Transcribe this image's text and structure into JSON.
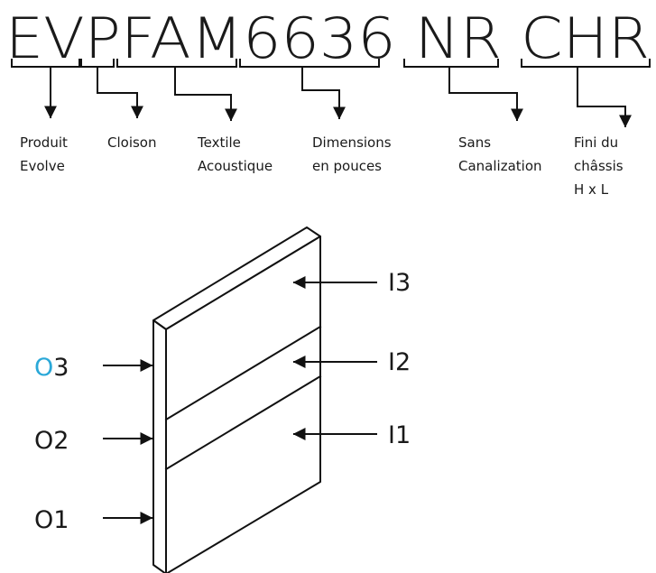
{
  "code": {
    "parts": [
      {
        "text": "EVP"
      },
      {
        "text": "FAM6636"
      },
      {
        "text": "NR"
      },
      {
        "text": "CHR"
      }
    ],
    "full": "EVPFAM6636 NR CHR"
  },
  "legend": [
    {
      "lines": [
        "Produit",
        "Evolve"
      ]
    },
    {
      "lines": [
        "Cloison"
      ]
    },
    {
      "lines": [
        "Textile",
        "Acoustique"
      ]
    },
    {
      "lines": [
        "Dimensions",
        "en pouces"
      ]
    },
    {
      "lines": [
        "Sans",
        "Canalization"
      ]
    },
    {
      "lines": [
        "Fini du",
        "châssis",
        "H x L"
      ]
    }
  ],
  "panel": {
    "inside_labels": [
      "I3",
      "I2",
      "I1"
    ],
    "outside_labels": [
      {
        "prefix": "O",
        "suffix": "3",
        "prefix_color": "#2aa8d8"
      },
      {
        "prefix": "O",
        "suffix": "2",
        "prefix_color": "#1a1a1a"
      },
      {
        "prefix": "O",
        "suffix": "1",
        "prefix_color": "#1a1a1a"
      }
    ]
  }
}
